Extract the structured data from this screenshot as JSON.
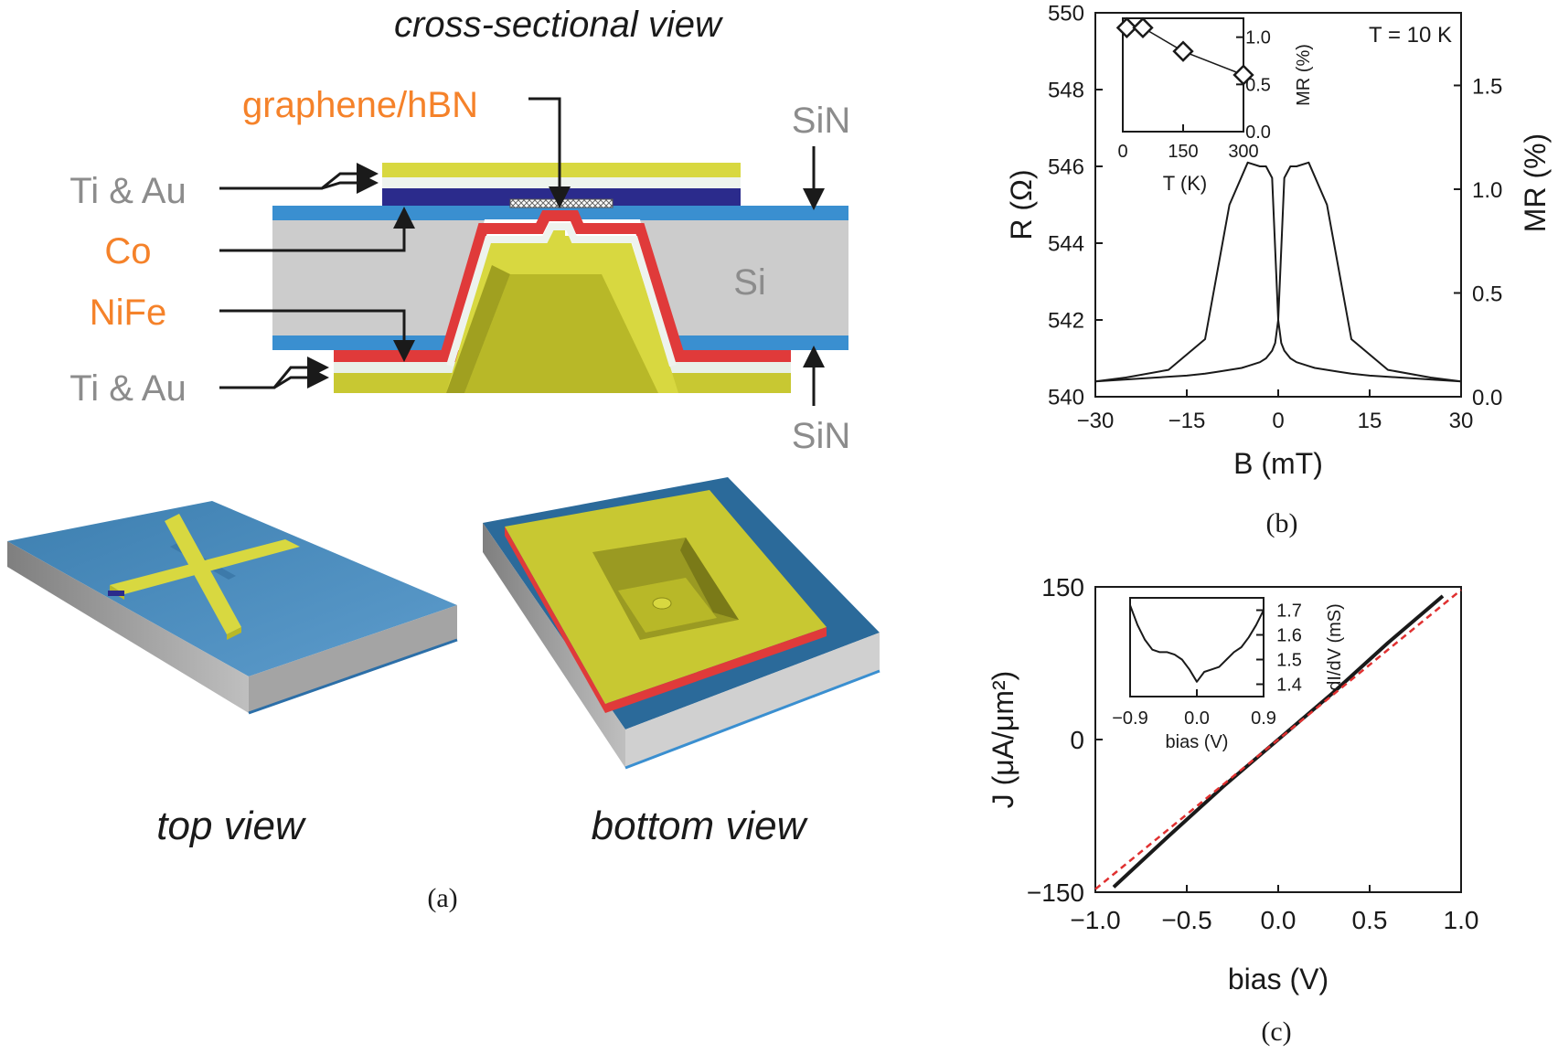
{
  "panel_a": {
    "heading": "cross-sectional view",
    "labels": {
      "graphene_hbn": "graphene/hBN",
      "ti_au_top": "Ti & Au",
      "co": "Co",
      "nife": "NiFe",
      "ti_au_bottom": "Ti & Au",
      "sin_top": "SiN",
      "si": "Si",
      "sin_bottom": "SiN"
    },
    "top_view_caption": "top view",
    "bottom_view_caption": "bottom view",
    "panel_label": "(a)",
    "colors": {
      "label_gray": "#8c8c8c",
      "label_orange": "#f5822a",
      "gold": "#c8c832",
      "gold_light": "#dcdc50",
      "si_gray": "#cccccc",
      "sin_blue": "#3a8fd0",
      "co_red": "#e03a3a",
      "hbn_navy": "#2b2b8c",
      "device_blue": "#4a8ec0"
    }
  },
  "panel_b_label": "(b)",
  "panel_c_label": "(c)",
  "chart_data": [
    {
      "id": "b-main",
      "type": "line",
      "xlabel": "B (mT)",
      "ylabel": "R (Ω)",
      "y2label": "MR (%)",
      "xlim": [
        -30,
        30
      ],
      "ylim": [
        540,
        550
      ],
      "y2lim": [
        0,
        1.85
      ],
      "xticks": [
        -30,
        -15,
        0,
        15,
        30
      ],
      "yticks": [
        540,
        542,
        544,
        546,
        548,
        550
      ],
      "y2ticks": [
        "0.0",
        "0.5",
        "1.0",
        "1.5"
      ],
      "annotation": "T = 10 K",
      "series": [
        {
          "x": [
            -32,
            -25,
            -20,
            -15,
            -12,
            -10,
            -8,
            -6,
            -5,
            -4,
            -3,
            -2,
            -1,
            -0.5,
            0,
            1,
            2,
            3,
            5,
            8,
            12,
            18,
            25,
            32
          ],
          "y": [
            540.4,
            540.45,
            540.5,
            540.55,
            540.6,
            540.65,
            540.7,
            540.75,
            540.8,
            540.85,
            540.9,
            541.0,
            541.2,
            541.4,
            542.0,
            545.7,
            546.0,
            546.0,
            546.1,
            545.0,
            541.5,
            540.7,
            540.5,
            540.4
          ]
        },
        {
          "x": [
            32,
            25,
            20,
            15,
            12,
            10,
            8,
            6,
            5,
            4,
            3,
            2,
            1,
            0.5,
            0,
            -1,
            -2,
            -3,
            -5,
            -8,
            -12,
            -18,
            -25,
            -32
          ],
          "y": [
            540.4,
            540.45,
            540.5,
            540.55,
            540.6,
            540.65,
            540.7,
            540.75,
            540.8,
            540.85,
            540.9,
            541.0,
            541.2,
            541.4,
            542.0,
            545.7,
            546.0,
            546.0,
            546.1,
            545.0,
            541.5,
            540.7,
            540.5,
            540.4
          ]
        }
      ]
    },
    {
      "id": "b-inset",
      "type": "scatter",
      "xlabel": "T (K)",
      "ylabel": "MR (%)",
      "xlim": [
        0,
        300
      ],
      "ylim": [
        0,
        1.2
      ],
      "xticks": [
        0,
        150,
        300
      ],
      "yticks": [
        "0.0",
        "0.5",
        "1.0"
      ],
      "series": [
        {
          "x": [
            10,
            50,
            150,
            300
          ],
          "y": [
            1.1,
            1.1,
            0.85,
            0.6
          ]
        }
      ]
    },
    {
      "id": "c-main",
      "type": "line",
      "xlabel": "bias (V)",
      "ylabel": "J (μA/μm²)",
      "xlim": [
        -1.0,
        1.0
      ],
      "ylim": [
        -150,
        150
      ],
      "xticks": [
        "-1.0",
        "-0.5",
        "0.0",
        "0.5",
        "1.0"
      ],
      "yticks": [
        "-150",
        "0",
        "150"
      ],
      "series": [
        {
          "style": "solid",
          "x": [
            -0.9,
            -0.6,
            -0.3,
            0,
            0.3,
            0.6,
            0.9
          ],
          "y": [
            -145,
            -95,
            -46,
            0,
            46,
            95,
            141
          ]
        },
        {
          "style": "dashed",
          "x": [
            -1.0,
            1.0
          ],
          "y": [
            -147,
            147
          ]
        }
      ]
    },
    {
      "id": "c-inset",
      "type": "line",
      "xlabel": "bias (V)",
      "ylabel": "dI/dV (mS)",
      "xlim": [
        -0.9,
        0.9
      ],
      "ylim": [
        1.35,
        1.75
      ],
      "xticks": [
        "-0.9",
        "0.0",
        "0.9"
      ],
      "yticks": [
        "1.4",
        "1.5",
        "1.6",
        "1.7"
      ],
      "series": [
        {
          "x": [
            -0.9,
            -0.8,
            -0.7,
            -0.6,
            -0.5,
            -0.4,
            -0.3,
            -0.2,
            -0.1,
            0,
            0.1,
            0.2,
            0.3,
            0.4,
            0.5,
            0.6,
            0.7,
            0.8,
            0.9
          ],
          "y": [
            1.72,
            1.64,
            1.58,
            1.54,
            1.53,
            1.53,
            1.52,
            1.5,
            1.46,
            1.41,
            1.45,
            1.46,
            1.47,
            1.5,
            1.53,
            1.55,
            1.59,
            1.64,
            1.7
          ]
        }
      ]
    }
  ]
}
